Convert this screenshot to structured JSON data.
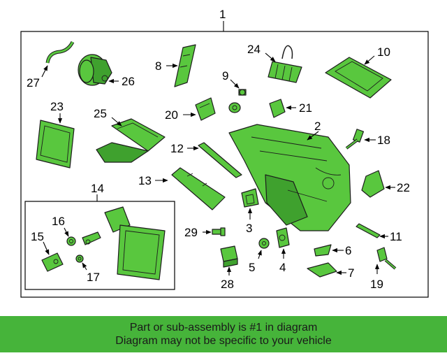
{
  "diagram": {
    "callouts": [
      "1",
      "2",
      "3",
      "4",
      "5",
      "6",
      "7",
      "8",
      "9",
      "10",
      "11",
      "12",
      "13",
      "14",
      "15",
      "16",
      "17",
      "18",
      "19",
      "20",
      "21",
      "22",
      "23",
      "24",
      "25",
      "26",
      "27",
      "28",
      "29"
    ],
    "colors": {
      "part": "#59c73e",
      "part_dark": "#3fa12e",
      "outline": "#1c1c1c",
      "banner": "#46b43a"
    }
  },
  "footer": {
    "line1": "Part or sub-assembly is #1 in diagram",
    "line2": "Diagram may not be specific to your vehicle"
  }
}
